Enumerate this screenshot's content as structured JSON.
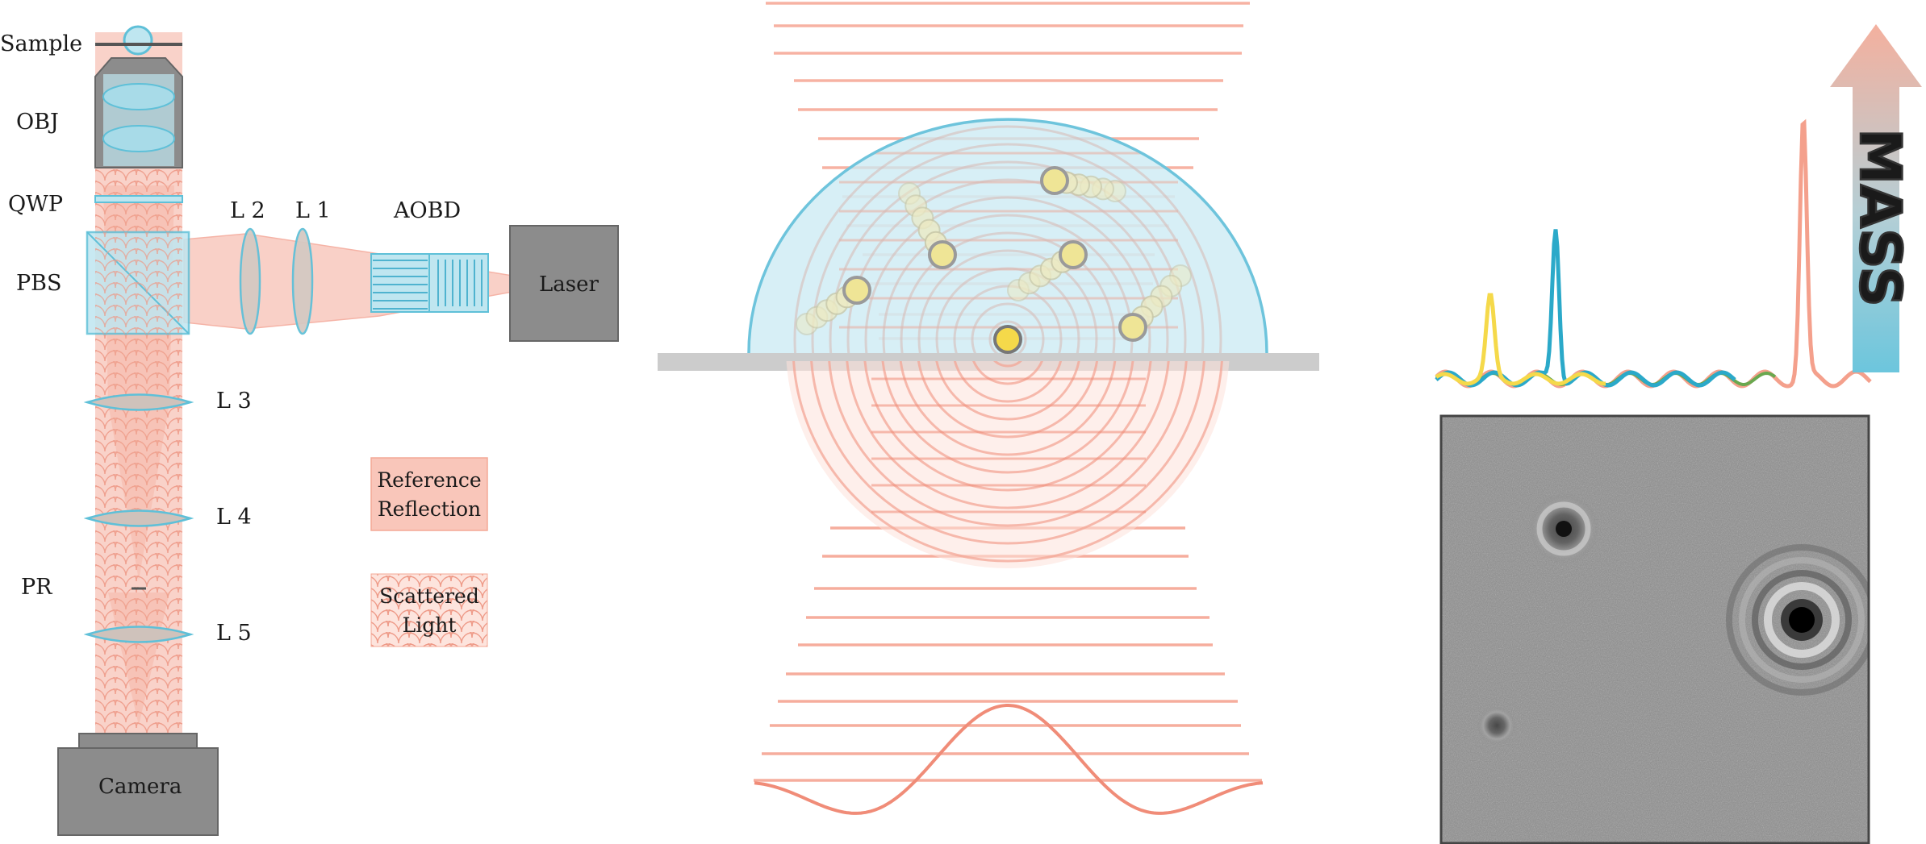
{
  "setup": {
    "labels": {
      "sample": "Sample",
      "objective": "OBJ",
      "qwp": "QWP",
      "pbs": "PBS",
      "lens2": "L 2",
      "lens1": "L 1",
      "aobd": "AOBD",
      "laser": "Laser",
      "lens3": "L 3",
      "lens4": "L 4",
      "lens5": "L 5",
      "pr": "PR",
      "camera": "Camera"
    },
    "legend": {
      "reference_line1": "Reference",
      "reference_line2": "Reflection",
      "scattered_line1": "Scattered",
      "scattered_line2": "Light"
    }
  },
  "mass_label": "MASS",
  "colors": {
    "beam": "#f6b7aa",
    "beam_line": "#f08c78",
    "optic_blue": "#5fc0d8",
    "optic_fill": "#bfe6f0",
    "gray_box": "#8c8c8c",
    "particle": "#f3df73",
    "particle_ghost": "#e8e6b0",
    "dome": "#c9eaf3",
    "peak_yellow": "#f5d94a",
    "peak_blue": "#2ba9c9",
    "peak_green": "#6aa84f",
    "peak_salmon": "#f4a08c"
  },
  "icons": {
    "mass_arrow": "arrow-up-gradient-icon",
    "camera_image": "interferometric-image-icon"
  }
}
